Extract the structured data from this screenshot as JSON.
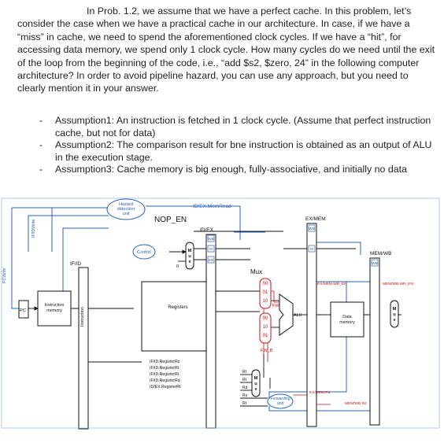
{
  "problem": {
    "text": "In Prob. 1.2, we assume that we have a perfect cache. In this problem, let’s consider the case when we have a practical cache in our architecture. In case, if we have a “miss” in cache, we need to spend the aforementioned clock cycles. If we have a “hit”, for accessing data memory, we spend only 1 clock cycle. How many cycles do we need until the exit of the loop from the beginning of the code, i.e., “add $s2, $zero, 24” in the following computer architecture? In order to avoid pipeline hazard, you can use any approach, but you need to clearly mention it in your answer."
  },
  "assumptions": [
    {
      "dash": "-",
      "text": "Assumption1: An instruction is fetched in 1 clock cycle. (Assume that perfect instruction cache, but not for data)"
    },
    {
      "dash": "-",
      "text": "Assumption2: The comparison result for bne instruction is obtained as an output of ALU in the execution stage."
    },
    {
      "dash": "-",
      "text": "Assumption3: Cache memory is big enough, fully-associative, and initially no data"
    }
  ],
  "diagram": {
    "hazard_unit": [
      "Hazard",
      "detection",
      "unit"
    ],
    "idex_memread": "ID/EX.MemRead",
    "nop_en": "NOP_EN",
    "id_ex": "ID/EX",
    "ex_mem": "EX/MEM",
    "mem_wb": "MEM/WB",
    "if_id": "IF/ID",
    "pc_write": "PCWrite",
    "ifid_write": "IF/IDWrite",
    "control": "Control",
    "zero": "0",
    "wb": "WB",
    "m": "M",
    "ex": "EX",
    "mux_title": "Mux",
    "mux_letters": [
      "M",
      "u",
      "x"
    ],
    "registers": "Registers",
    "instruction_memory": [
      "Instruction",
      "memory"
    ],
    "instruction": "Instruction",
    "pc": "PC",
    "alu": "ALU",
    "data_memory": [
      "Data",
      "memory"
    ],
    "fw_a": "FW_A",
    "fw_b": "FW_B",
    "mux_a_codes": [
      "00",
      "01",
      "10"
    ],
    "mux_b_codes": [
      "00",
      "10",
      "01"
    ],
    "exmem_wr_en": "EX/MEM.WR_EN",
    "memwb_wr_en": "MEM/WB.WR_EN",
    "exmem_rd": "EX/MEM.Rd",
    "memwb_rd": "MEM/WB.Rd",
    "forwarding_unit": [
      "Forwarding",
      "unit"
    ],
    "reg_fields": [
      "IF/ID.RegisterRs",
      "IF/ID.RegisterRt",
      "IF/ID.RegisterRt",
      "IF/ID.RegisterRd",
      "ID/EX.RegisterRt"
    ],
    "rt": "Rt",
    "rd": "Rd",
    "rs": "Rs"
  },
  "colors": {
    "wire": "#111111",
    "blue_wire": "#2a62b8",
    "red_wire": "#cc1111",
    "label_blue": "#2a62b8"
  }
}
